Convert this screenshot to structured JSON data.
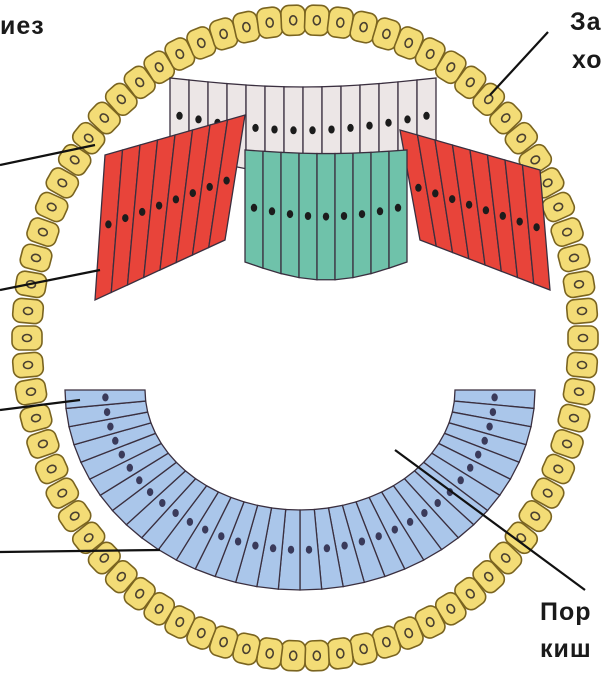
{
  "labels": {
    "top_left": "иез",
    "top_right_line1": "За",
    "top_right_line2": "хо",
    "bottom_right_line1": "Пор",
    "bottom_right_line2": "киш"
  },
  "colors": {
    "ectoderm_fill": "#f3dc76",
    "ectoderm_stroke": "#7a6420",
    "neural_plate_fill": "#ece6e6",
    "mesoderm_fill": "#e8443a",
    "notochord_fill": "#6fc2aa",
    "endoderm_fill": "#aac6ea",
    "nucleus": "#1c1c1c",
    "cell_line": "#3a2f3f",
    "leader_line": "#111111"
  }
}
